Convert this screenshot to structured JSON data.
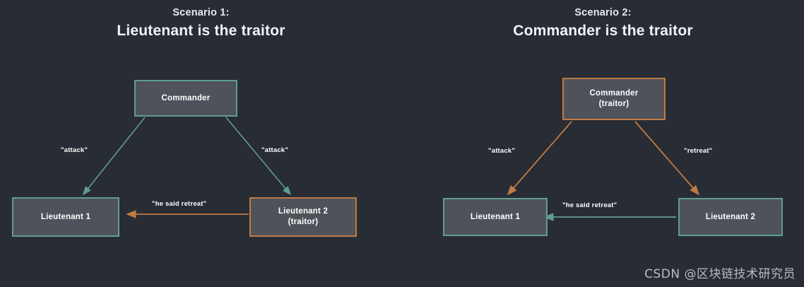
{
  "colors": {
    "background": "#282c34",
    "node_fill": "#4f525a",
    "loyal_accent": "#5f9e8d",
    "traitor_accent": "#c07b42",
    "text": "#ffffff",
    "watermark_text": "#b9bcc2"
  },
  "scenarios": [
    {
      "id": "scenario-1",
      "subtitle": "Scenario 1:",
      "title": "Lieutenant is the traitor",
      "nodes": {
        "commander": {
          "label": "Commander",
          "sublabel": "",
          "role": "loyal"
        },
        "lieutenant1": {
          "label": "Lieutenant 1",
          "sublabel": "",
          "role": "loyal"
        },
        "lieutenant2": {
          "label": "Lieutenant 2",
          "sublabel": "(traitor)",
          "role": "traitor"
        }
      },
      "edges": [
        {
          "id": "cmd-to-lt1",
          "label": "\"attack\"",
          "from": "commander",
          "to": "lieutenant1",
          "color": "loyal"
        },
        {
          "id": "cmd-to-lt2",
          "label": "\"attack\"",
          "from": "commander",
          "to": "lieutenant2",
          "color": "loyal"
        },
        {
          "id": "lt2-to-lt1",
          "label": "\"he said retreat\"",
          "from": "lieutenant2",
          "to": "lieutenant1",
          "color": "traitor"
        }
      ]
    },
    {
      "id": "scenario-2",
      "subtitle": "Scenario 2:",
      "title": "Commander is the traitor",
      "nodes": {
        "commander": {
          "label": "Commander",
          "sublabel": "(traitor)",
          "role": "traitor"
        },
        "lieutenant1": {
          "label": "Lieutenant 1",
          "sublabel": "",
          "role": "loyal"
        },
        "lieutenant2": {
          "label": "Lieutenant 2",
          "sublabel": "",
          "role": "loyal"
        }
      },
      "edges": [
        {
          "id": "cmd-to-lt1",
          "label": "\"attack\"",
          "from": "commander",
          "to": "lieutenant1",
          "color": "traitor"
        },
        {
          "id": "cmd-to-lt2",
          "label": "\"retreat\"",
          "from": "commander",
          "to": "lieutenant2",
          "color": "traitor"
        },
        {
          "id": "lt2-to-lt1",
          "label": "\"he said retreat\"",
          "from": "lieutenant2",
          "to": "lieutenant1",
          "color": "loyal"
        }
      ]
    }
  ],
  "watermark": "CSDN @区块链技术研究员"
}
